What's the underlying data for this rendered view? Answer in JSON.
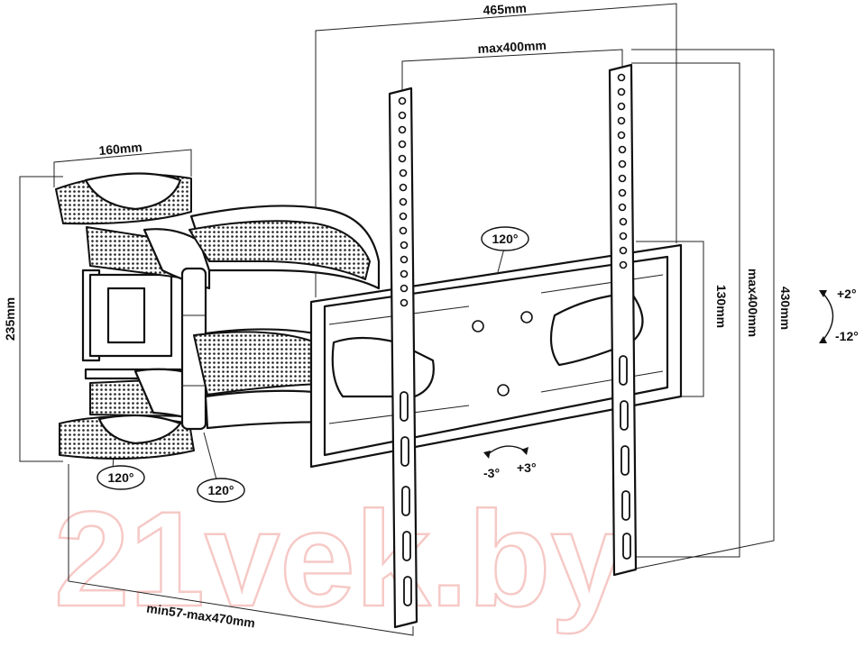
{
  "dimensions": {
    "width_total": "465mm",
    "vesa_h": "max400mm",
    "arm_width": "160mm",
    "plate_height": "235mm",
    "bracket_height": "130mm",
    "vesa_v": "max400mm",
    "rail_height": "430mm",
    "extension": "min57-max470mm"
  },
  "angles": {
    "swivel_center": "120°",
    "swivel_left": "120°",
    "swivel_right": "120°",
    "tilt_up": "+2°",
    "tilt_down": "-12°",
    "level_minus": "-3°",
    "level_plus": "+3°"
  },
  "watermark": "21vek.by"
}
